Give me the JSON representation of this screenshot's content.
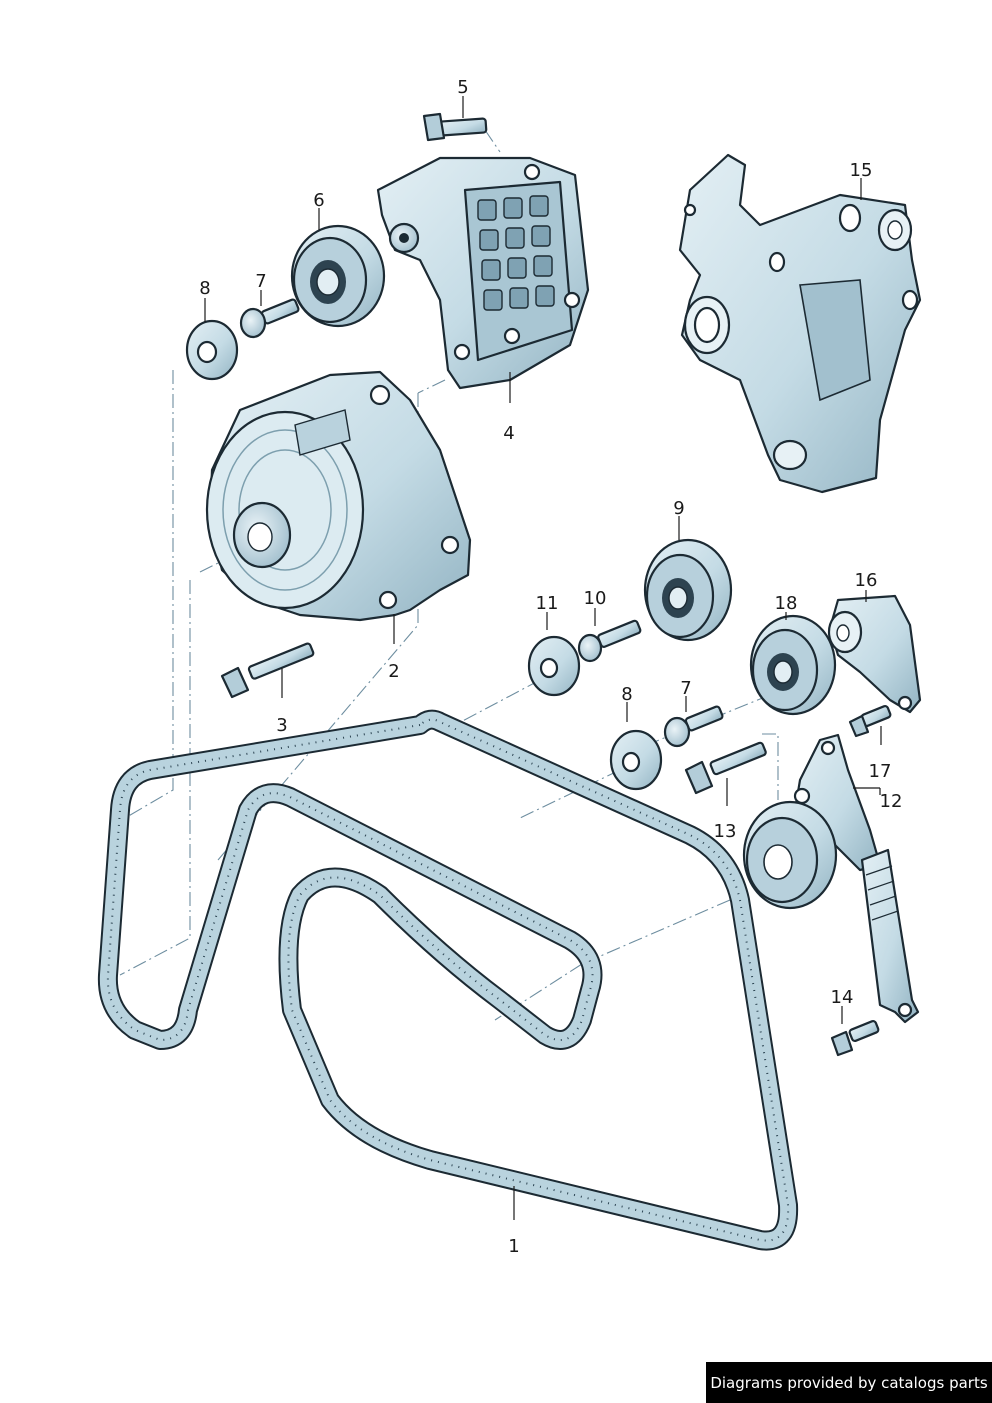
{
  "colors": {
    "part_fill": "#c9dfe8",
    "part_shadow": "#8fb0bf",
    "outline": "#1c2a33",
    "leader_dash": "#6e8ea0",
    "credit_bg": "#000000"
  },
  "callouts": {
    "c1": "1",
    "c2": "2",
    "c3": "3",
    "c4": "4",
    "c5": "5",
    "c6": "6",
    "c7a": "7",
    "c7b": "7",
    "c8a": "8",
    "c8b": "8",
    "c9": "9",
    "c10": "10",
    "c11": "11",
    "c12": "12",
    "c13": "13",
    "c14": "14",
    "c15": "15",
    "c16": "16",
    "c17": "17",
    "c18": "18"
  },
  "credit": "Diagrams provided by catalogs parts"
}
